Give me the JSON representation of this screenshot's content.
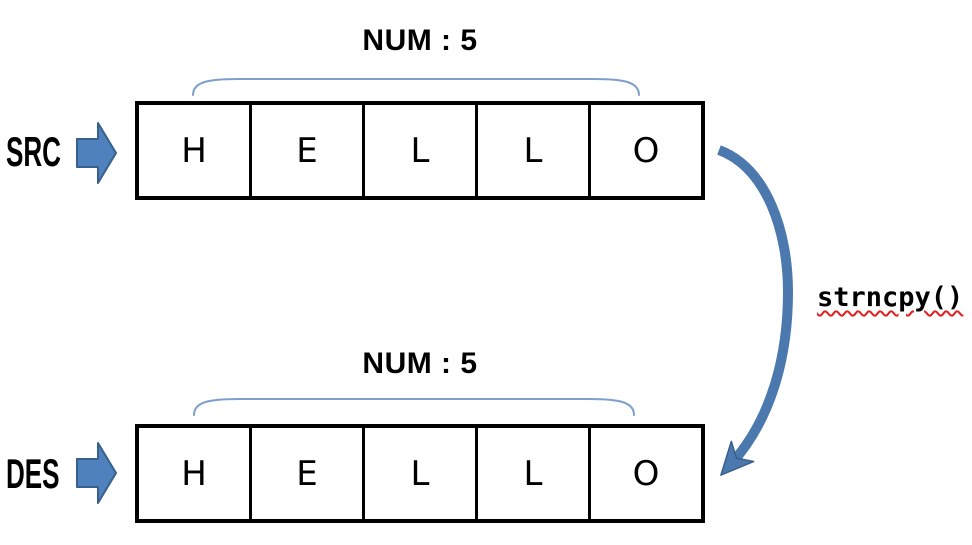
{
  "diagram": {
    "function_label": "strncpy()",
    "rows": {
      "src": {
        "label": "SRC",
        "num_label": "NUM : 5",
        "cells": [
          "H",
          "E",
          "L",
          "L",
          "O"
        ]
      },
      "des": {
        "label": "DES",
        "num_label": "NUM : 5",
        "cells": [
          "H",
          "E",
          "L",
          "L",
          "O"
        ]
      }
    },
    "icons": {
      "src_pointer": "block-right-arrow",
      "des_pointer": "block-right-arrow",
      "copy_arrow": "curved-down-arrow",
      "num_brace_top": "span-bracket",
      "num_brace_bottom": "span-bracket"
    },
    "colors": {
      "background": "#ffffff",
      "box_border": "#000000",
      "text": "#000000",
      "arrow_fill": "#4f81bd",
      "arrow_border": "#36618e",
      "curved_arrow": "#4b79ae",
      "curved_arrow_border": "#3a5f8c",
      "brace_line": "#7e9fcd",
      "spellcheck_underline": "#e02020"
    }
  }
}
